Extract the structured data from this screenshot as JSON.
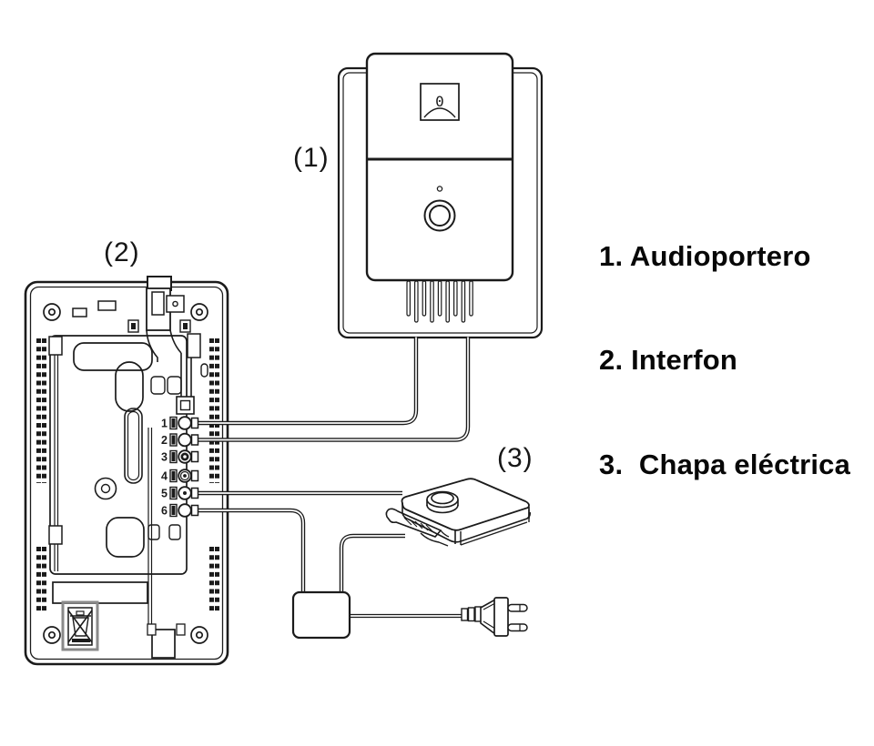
{
  "door_station": {
    "callout": "(1)",
    "display_digit": "0"
  },
  "intercom": {
    "callout": "(2)",
    "terminals": [
      "1",
      "2",
      "3",
      "4",
      "5",
      "6"
    ]
  },
  "electric_lock": {
    "callout": "(3)"
  },
  "legend": {
    "items": [
      {
        "text": "1. Audioportero"
      },
      {
        "text": "2. Interfon"
      },
      {
        "text": "3.  Chapa eléctrica"
      }
    ]
  },
  "colors": {
    "line": "#1b1b1b",
    "background": "#ffffff",
    "weee_frame": "#8a8a8a"
  }
}
